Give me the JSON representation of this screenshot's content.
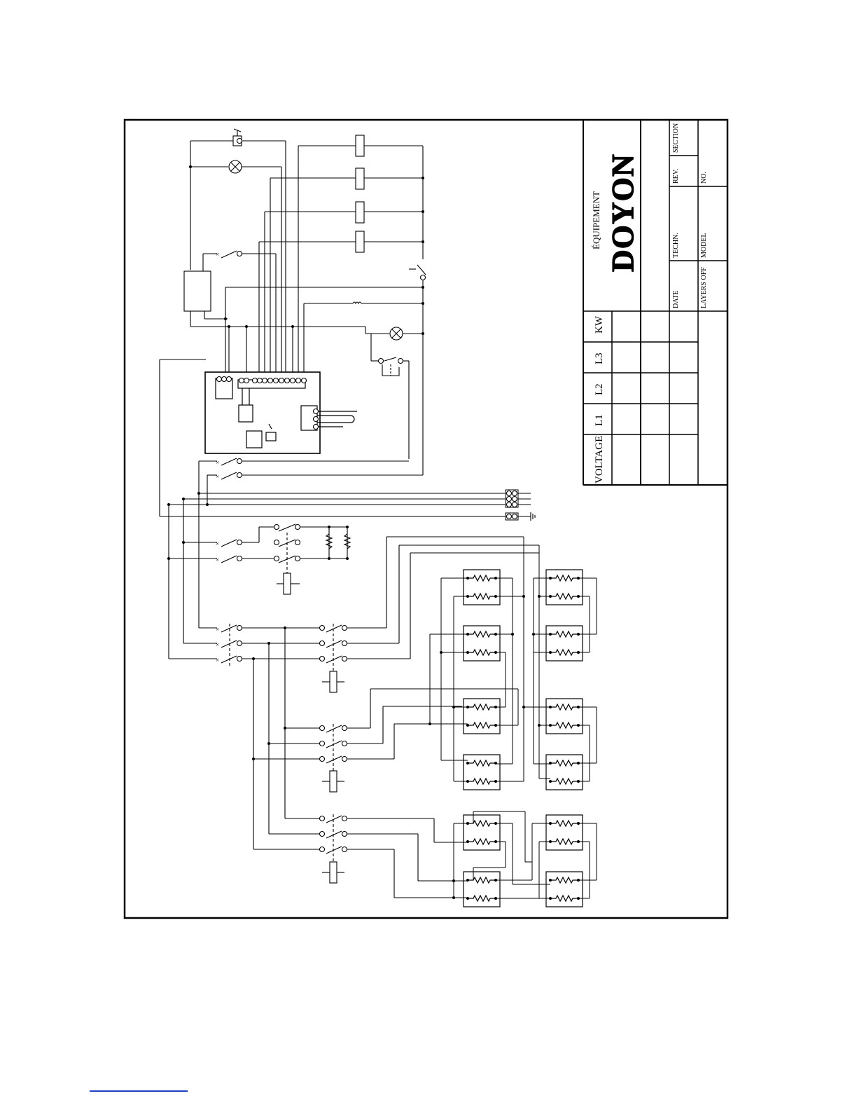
{
  "brand": {
    "line1": "ÉQUIPEMENT",
    "line2": "DOYON"
  },
  "specs_table": {
    "headers": [
      "VOLTAGE",
      "L1",
      "L2",
      "L3",
      "KW"
    ]
  },
  "title_block": {
    "date_label": "DATE",
    "techn_label": "TECHN.",
    "rev_label": "REV.",
    "section_label": "SECTION",
    "layers_off_label": "LAYERS OFF",
    "model_label": "MODEL",
    "no_label": "NO."
  }
}
